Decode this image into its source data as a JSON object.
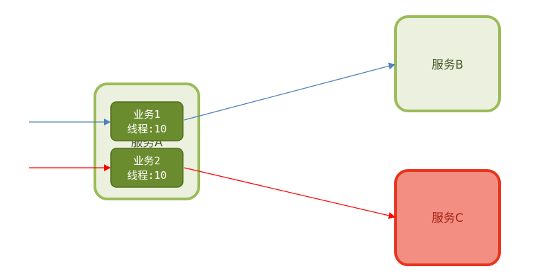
{
  "nodes": {
    "service_a": {
      "label": "服务A"
    },
    "service_b": {
      "label": "服务B"
    },
    "service_c": {
      "label": "服务C"
    },
    "business_1": {
      "line1": "业务1",
      "line2": "线程:10"
    },
    "business_2": {
      "line1": "业务2",
      "line2": "线程:10"
    }
  },
  "colors": {
    "green_border": "#9bbb59",
    "green_fill": "#ebf1de",
    "biz_fill": "#6b8c2e",
    "biz_border": "#4f6b1f",
    "red_border": "#e8341c",
    "red_fill": "#f28f82",
    "blue_arrow": "#4f81bd",
    "red_arrow": "#ff0000"
  }
}
